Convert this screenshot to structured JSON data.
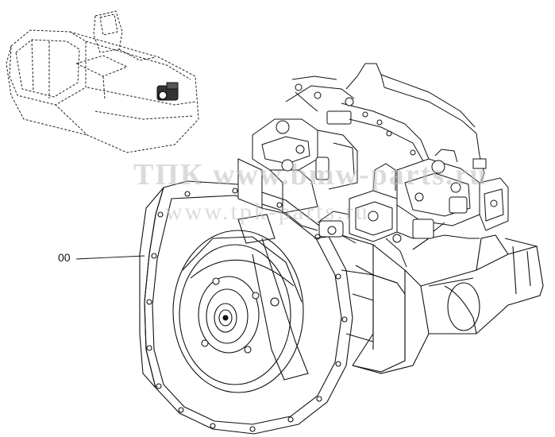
{
  "figure": {
    "callout": {
      "label": "00"
    },
    "watermark": {
      "line1": "ТПК www.bmw-parts.ru",
      "line2": "www.tpk-parts.ru"
    }
  }
}
